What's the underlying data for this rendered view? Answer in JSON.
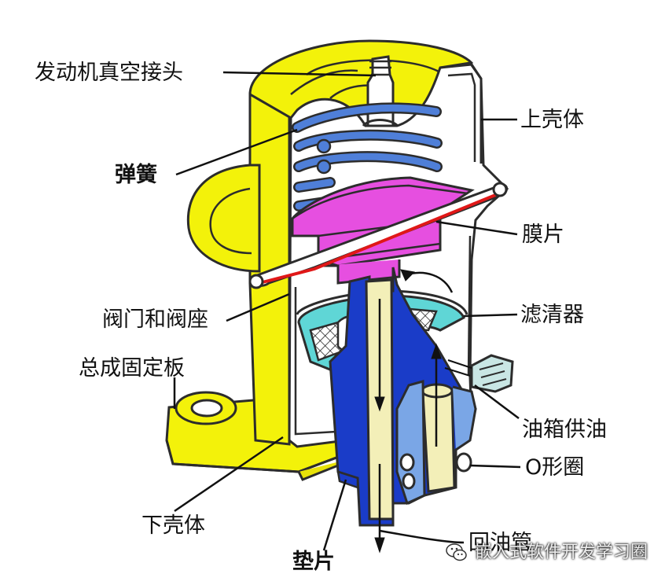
{
  "labels": {
    "vacuum_connector": "发动机真空接头",
    "upper_housing": "上壳体",
    "spring": "弹簧",
    "diaphragm": "膜片",
    "valve_seat": "阀门和阀座",
    "filter": "滤清器",
    "mounting_plate": "总成固定板",
    "tank_supply": "油箱供油",
    "o_ring": "O形圈",
    "lower_housing": "下壳体",
    "return_pipe": "回油管",
    "gasket": "垫片"
  },
  "watermark": {
    "text": "嵌入式软件开发学习圈",
    "icon": "wechat-icon"
  },
  "colors": {
    "housing": "#f3f20a",
    "housing_outline": "#2c2c2c",
    "spring": "#4f7fd8",
    "diaphragm": "#e64fe0",
    "diaphragm_line": "#e01818",
    "valve": "#1a3cc8",
    "return_tube": "#f3efb8",
    "filter": "#5fd6d6",
    "inlet": "#7aa6e6",
    "fitting": "#c9e6e4"
  }
}
